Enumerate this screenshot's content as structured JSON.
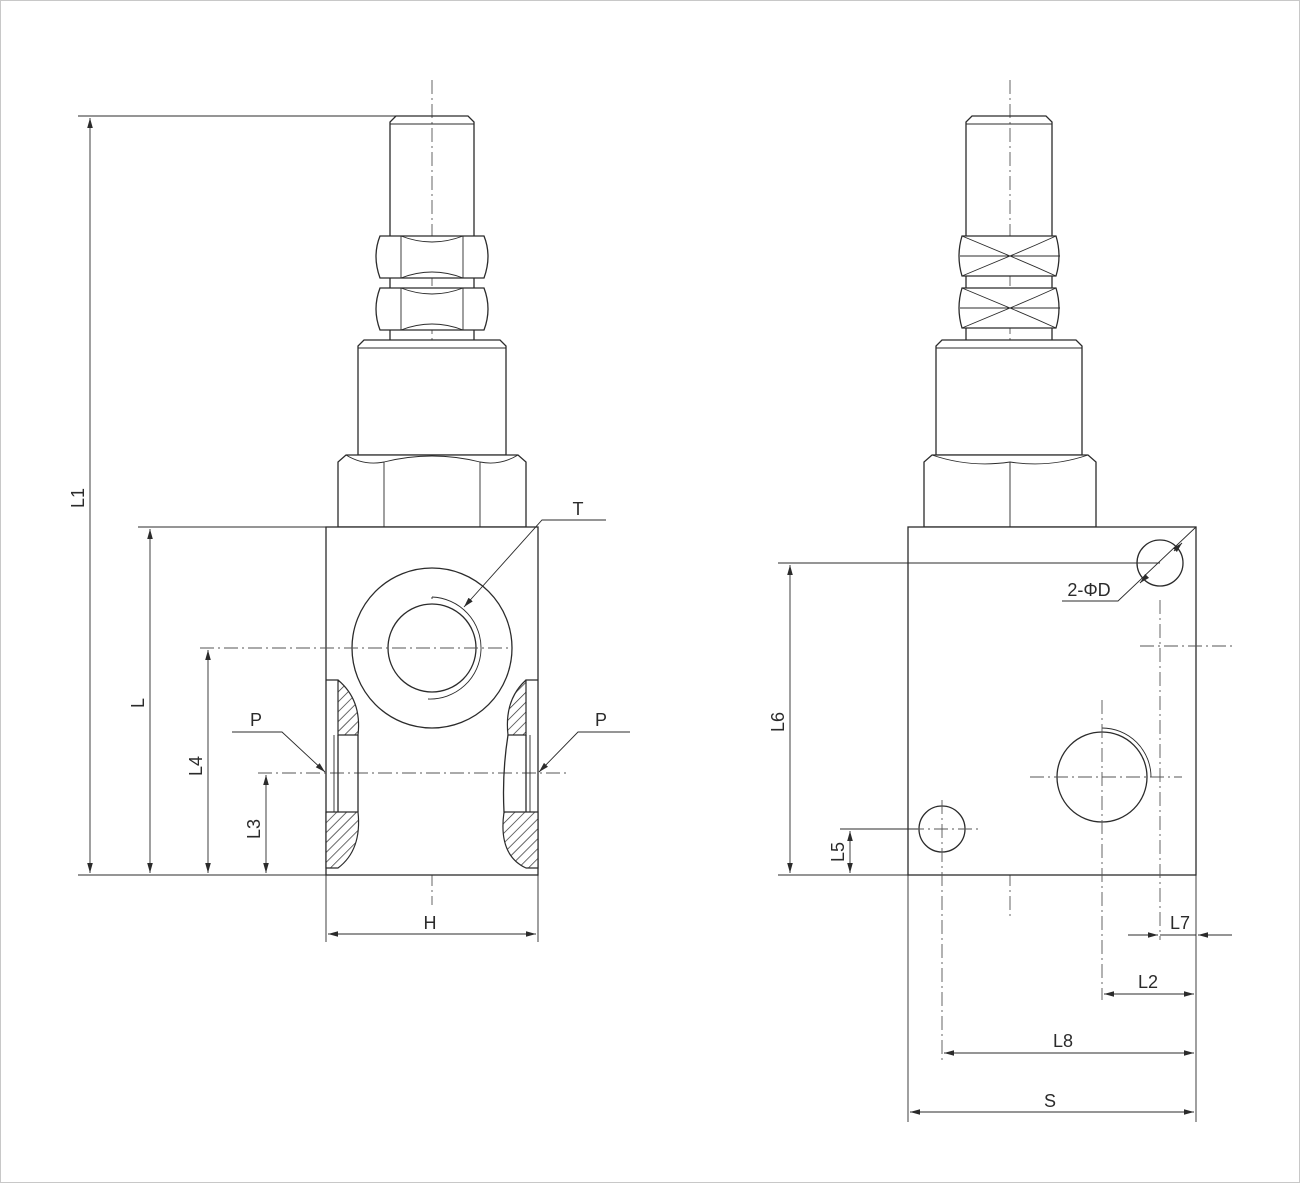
{
  "labels": {
    "L1": "L1",
    "L": "L",
    "L4": "L4",
    "L3": "L3",
    "H": "H",
    "T": "T",
    "P_left": "P",
    "P_right": "P",
    "D": "2-ΦD",
    "L6": "L6",
    "L5": "L5",
    "L7": "L7",
    "L2": "L2",
    "L8": "L8",
    "S": "S"
  },
  "colors": {
    "line": "#2b2b2b",
    "frame": "#c8c8c8",
    "background": "#ffffff"
  }
}
